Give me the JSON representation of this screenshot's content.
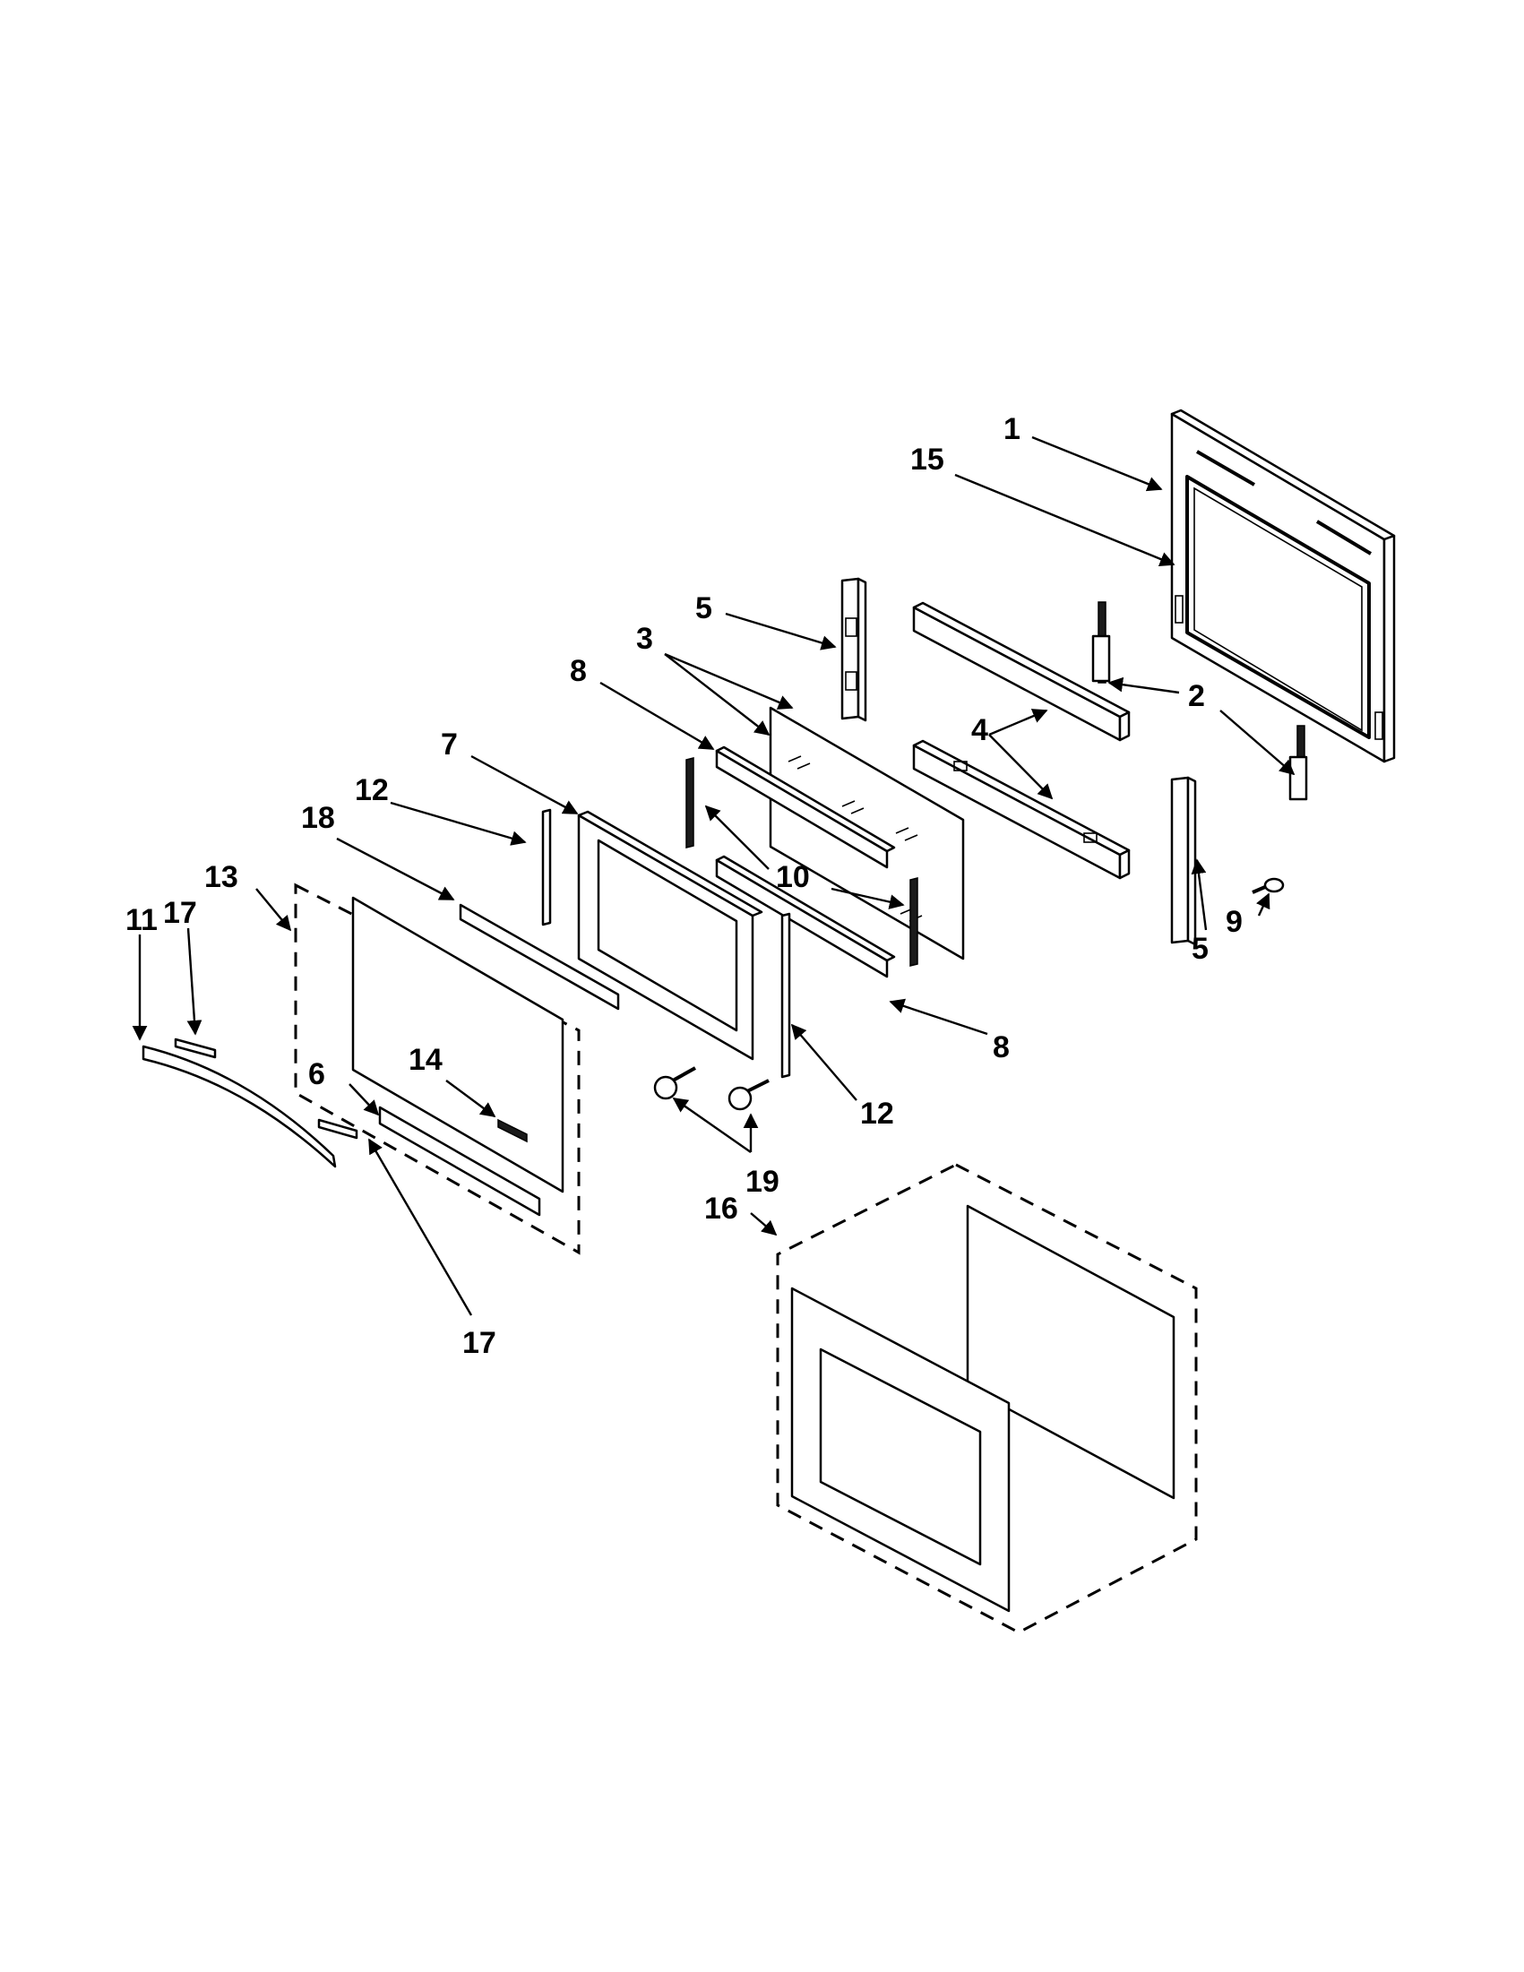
{
  "callouts": [
    {
      "id": "c1",
      "label": "1"
    },
    {
      "id": "c15",
      "label": "15"
    },
    {
      "id": "c5a",
      "label": "5"
    },
    {
      "id": "c3",
      "label": "3"
    },
    {
      "id": "c8a",
      "label": "8"
    },
    {
      "id": "c2",
      "label": "2"
    },
    {
      "id": "c4",
      "label": "4"
    },
    {
      "id": "c7",
      "label": "7"
    },
    {
      "id": "c12a",
      "label": "12"
    },
    {
      "id": "c18",
      "label": "18"
    },
    {
      "id": "c13",
      "label": "13"
    },
    {
      "id": "c11",
      "label": "11"
    },
    {
      "id": "c17a",
      "label": "17"
    },
    {
      "id": "c10",
      "label": "10"
    },
    {
      "id": "c5b",
      "label": "5"
    },
    {
      "id": "c9",
      "label": "9"
    },
    {
      "id": "c8b",
      "label": "8"
    },
    {
      "id": "c14",
      "label": "14"
    },
    {
      "id": "c6",
      "label": "6"
    },
    {
      "id": "c12b",
      "label": "12"
    },
    {
      "id": "c19",
      "label": "19"
    },
    {
      "id": "c16",
      "label": "16"
    },
    {
      "id": "c17b",
      "label": "17"
    }
  ]
}
